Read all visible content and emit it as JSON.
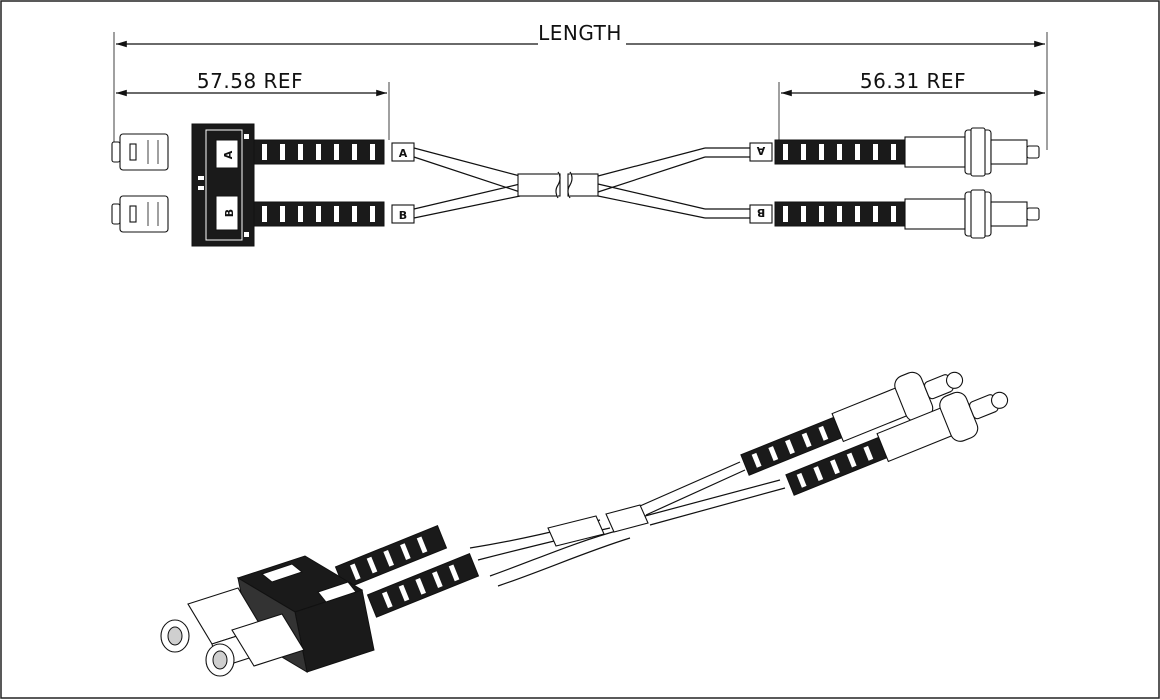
{
  "dimensions": {
    "length_label": "LENGTH",
    "left_ref_label": "57.58 REF",
    "right_ref_label": "56.31 REF"
  },
  "top_view": {
    "sc_housing_letters": [
      "A",
      "B"
    ],
    "left_leg_labels": [
      "A",
      "B"
    ],
    "right_leg_labels": [
      "A",
      "B"
    ]
  },
  "colors": {
    "line": "#111111",
    "boot": "#1a1a1a",
    "background": "#ffffff"
  }
}
